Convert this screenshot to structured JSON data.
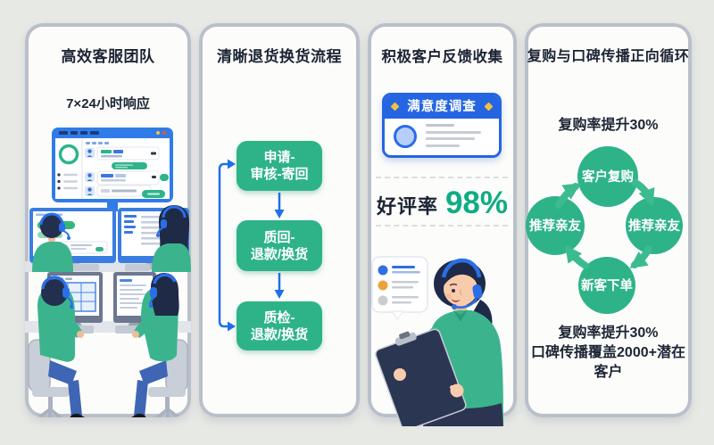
{
  "colors": {
    "background": "#e7e9e5",
    "panel_border": "#b9c0cb",
    "primary_green": "#2eb389",
    "primary_blue": "#2565e2",
    "arrow_blue": "#1f6fe8",
    "rating_green": "#10ac83",
    "title_dark": "#1c2434",
    "spark_yellow": "#f2c23e"
  },
  "panel1": {
    "title": "高效客服团队",
    "subtitle": "7×24小时响应",
    "illustration": "four customer-service agents with headsets at monitors"
  },
  "panel2": {
    "title": "清晰退货换货流程",
    "steps": [
      [
        "申请-",
        "审核-寄回"
      ],
      [
        "质回-",
        "退款/换货"
      ],
      [
        "质检-",
        "退款/换货"
      ]
    ]
  },
  "panel3": {
    "title": "积极客户反馈收集",
    "survey_title": "满意度调查",
    "rating_label": "好评率",
    "rating_value": "98%"
  },
  "panel4": {
    "title": "复购与口碑传播正向循环",
    "subtitle": "复购率提升30%",
    "nodes": {
      "top": "客户复购",
      "left": "推荐亲友",
      "right": "推荐亲友",
      "bottom": "新客下单"
    },
    "footer": [
      "复购率提升30%",
      "口碑传播覆盖2000+潜在客户"
    ]
  }
}
